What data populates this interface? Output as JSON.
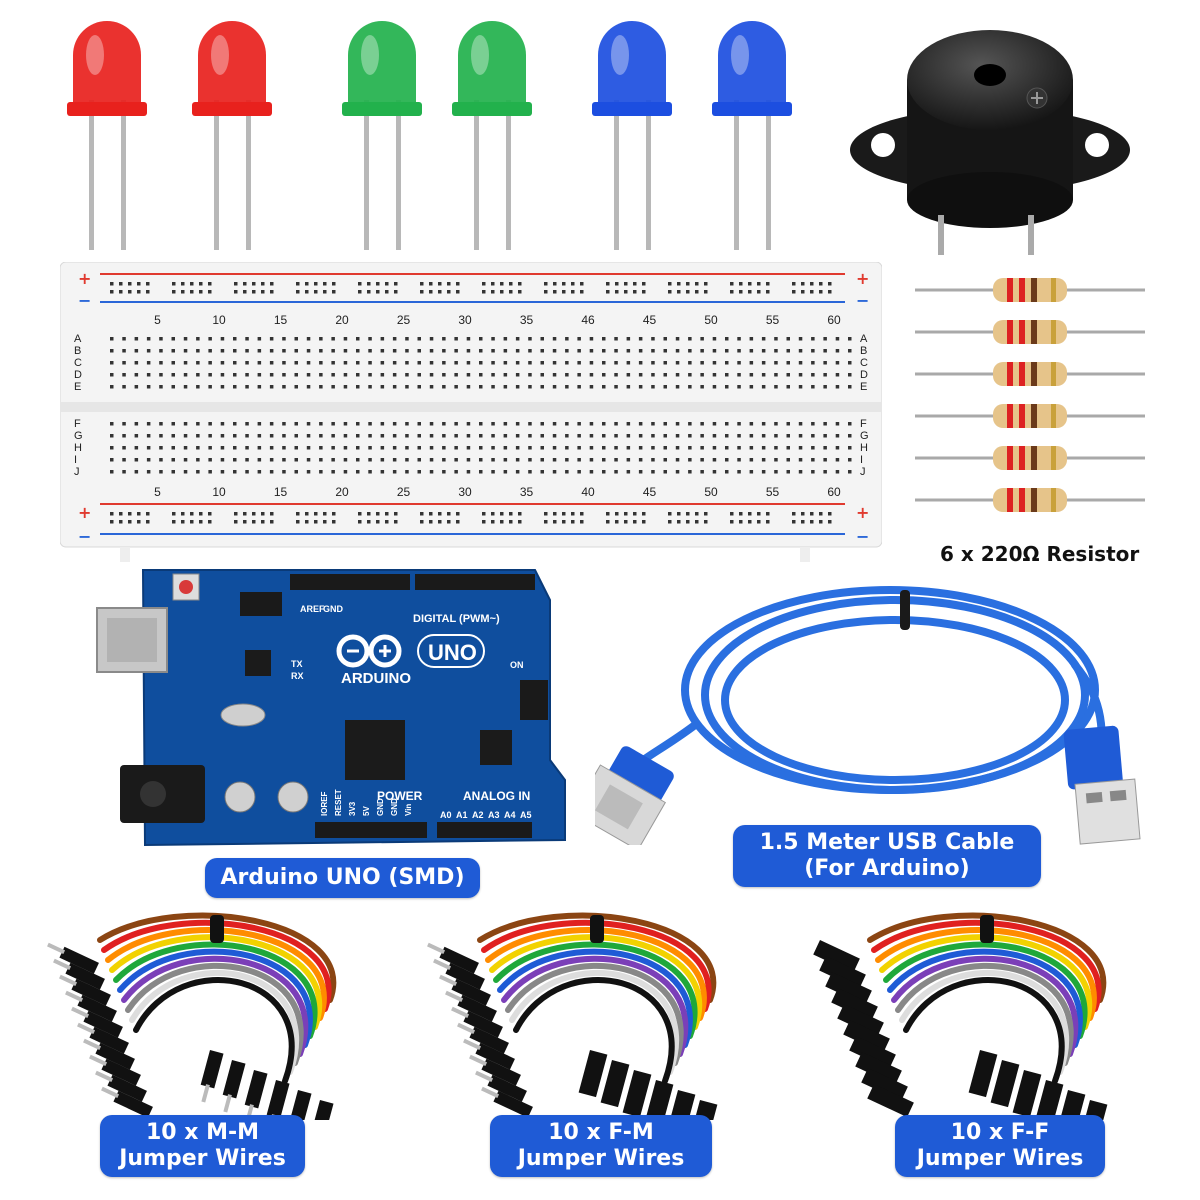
{
  "colors": {
    "label_bg": "#1f5bd6",
    "board_blue": "#0f4e9e",
    "cable_blue": "#2a6fe0",
    "led_red": "#e8211d",
    "led_green": "#22b14c",
    "led_blue": "#1c4ee0",
    "rail_red": "#e03a2f",
    "rail_blue": "#2a66d8"
  },
  "leds": [
    "red",
    "red",
    "green",
    "green",
    "blue",
    "blue"
  ],
  "breadboard": {
    "plus": "+",
    "minus": "−",
    "top_numbers": [
      "5",
      "10",
      "15",
      "20",
      "25",
      "30",
      "35",
      "46",
      "45",
      "50",
      "55",
      "60"
    ],
    "bottom_numbers": [
      "5",
      "10",
      "15",
      "20",
      "25",
      "30",
      "35",
      "40",
      "45",
      "50",
      "55",
      "60"
    ],
    "rows_top": [
      "A",
      "B",
      "C",
      "D",
      "E"
    ],
    "rows_bottom": [
      "F",
      "G",
      "H",
      "I",
      "J"
    ]
  },
  "resistors": {
    "count": 6,
    "caption": "6 x 220Ω Resistor"
  },
  "arduino": {
    "brand": "ARDUINO",
    "model": "UNO",
    "digital": "DIGITAL (PWM~)",
    "power": "POWER",
    "analog": "ANALOG IN",
    "aref": "AREF",
    "gnd": "GND",
    "tx": "TX",
    "rx": "RX",
    "on": "ON",
    "power_pins": [
      "IOREF",
      "RESET",
      "3V3",
      "5V",
      "GND",
      "GND",
      "Vin"
    ],
    "analog_pins": [
      "A0",
      "A1",
      "A2",
      "A3",
      "A4",
      "A5"
    ]
  },
  "labels": {
    "arduino": "Arduino UNO (SMD)",
    "usb_line1": "1.5 Meter USB Cable",
    "usb_line2": "(For Arduino)",
    "mm_line1": "10 x M-M",
    "mm_line2": "Jumper Wires",
    "fm_line1": "10 x F-M",
    "fm_line2": "Jumper Wires",
    "ff_line1": "10 x F-F",
    "ff_line2": "Jumper Wires"
  },
  "wire_colors": [
    "#8b4513",
    "#e02020",
    "#ff8c00",
    "#f2d200",
    "#1fa83a",
    "#1f5bd6",
    "#7b3fb8",
    "#888888",
    "#ffffff",
    "#111111"
  ]
}
